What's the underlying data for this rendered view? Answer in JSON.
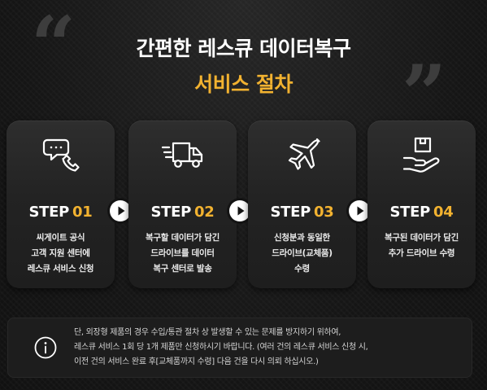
{
  "colors": {
    "accent": "#f2b230",
    "background": "#141414",
    "card": "#262626",
    "text": "#ffffff",
    "quote": "#3d3d3d"
  },
  "header": {
    "quote_open": "“",
    "quote_close": "”",
    "title": "간편한 레스큐 데이터복구",
    "subtitle": "서비스 절차"
  },
  "steps": [
    {
      "icon": "phone-chat-icon",
      "label": "STEP",
      "number": "01",
      "lines": [
        "씨게이트 공식",
        "고객 지원 센터에",
        "레스큐 서비스 신청"
      ]
    },
    {
      "icon": "delivery-truck-icon",
      "label": "STEP",
      "number": "02",
      "lines": [
        "복구할 데이터가 담긴",
        "드라이브를 데이터",
        "복구 센터로 발송"
      ]
    },
    {
      "icon": "airplane-icon",
      "label": "STEP",
      "number": "03",
      "lines": [
        "신청분과 동일한",
        "드라이브(교체품)",
        "수령"
      ]
    },
    {
      "icon": "hand-package-icon",
      "label": "STEP",
      "number": "04",
      "lines": [
        "복구된 데이터가 담긴",
        "추가 드라이브 수령"
      ]
    }
  ],
  "arrows": {
    "icon": "play-arrow-icon"
  },
  "notice": {
    "icon": "info-icon",
    "lines": [
      "단, 외장형 제품의 경우 수입/통관 절차 상 발생할 수 있는 문제를 방지하기 위하여,",
      "레스큐 서비스 1회 당 1개 제품만 신청하시기 바랍니다. (여러 건의 레스큐 서비스 신청 시,",
      "이전 건의 서비스 완료 후[교체품까지 수령] 다음 건을 다시 의뢰 하십시오.)"
    ]
  }
}
